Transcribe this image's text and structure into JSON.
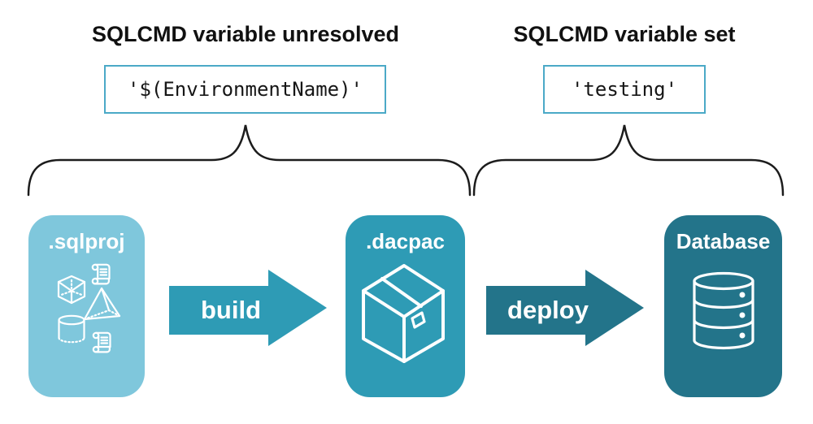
{
  "title_left": {
    "heading": "SQLCMD variable unresolved",
    "code": "'$(EnvironmentName)'"
  },
  "title_right": {
    "heading": "SQLCMD variable set",
    "code": "'testing'"
  },
  "pipeline": {
    "nodes": [
      {
        "label": ".sqlproj",
        "color": "#7FC7DC",
        "icon": "sql-project-objects-icon"
      },
      {
        "label": ".dacpac",
        "color": "#2E9BB5",
        "icon": "package-box-icon"
      },
      {
        "label": "Database",
        "color": "#23748A",
        "icon": "database-cylinder-icon"
      }
    ],
    "arrows": [
      {
        "label": "build",
        "color": "#2E9BB5"
      },
      {
        "label": "deploy",
        "color": "#23748A"
      }
    ]
  },
  "colors": {
    "background": "#FFFFFF",
    "code_border": "#4BA9C7",
    "brace": "#1C1C1C",
    "icon_stroke": "#FFFFFF",
    "heading_text": "#111111"
  }
}
